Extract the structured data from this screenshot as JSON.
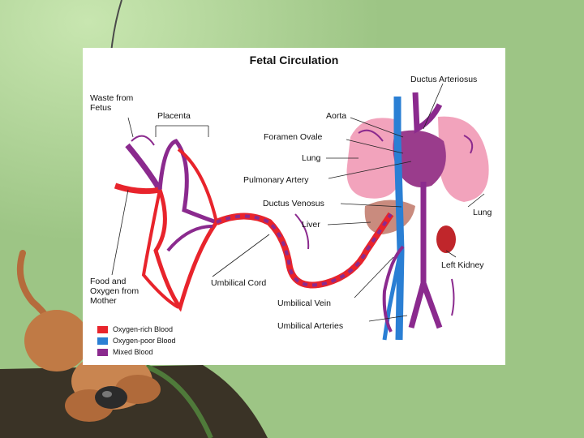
{
  "diagram": {
    "title": "Fetal Circulation",
    "labels": {
      "waste_from_fetus": "Waste from Fetus",
      "placenta": "Placenta",
      "food_oxygen": "Food and Oxygen from Mother",
      "umbilical_cord": "Umbilical Cord",
      "ductus_arteriosus": "Ductus Arteriosus",
      "aorta": "Aorta",
      "foramen_ovale": "Foramen Ovale",
      "lung_left": "Lung",
      "pulmonary_artery": "Pulmonary Artery",
      "ductus_venosus": "Ductus Venosus",
      "liver": "Liver",
      "lung_right": "Lung",
      "left_kidney": "Left Kidney",
      "umbilical_vein": "Umbilical Vein",
      "umbilical_arteries": "Umbilical Arteries"
    },
    "legend": [
      {
        "label": "Oxygen-rich Blood",
        "color": "#e8242c"
      },
      {
        "label": "Oxygen-poor Blood",
        "color": "#2a7fd4"
      },
      {
        "label": "Mixed Blood",
        "color": "#8b2a8e"
      }
    ]
  },
  "colors": {
    "background_green": "#9dc585",
    "oxygen_rich": "#e8242c",
    "oxygen_poor": "#2a7fd4",
    "mixed": "#8b2a8e",
    "lung_pink": "#f2a3bc",
    "liver_tan": "#c98b7e",
    "kidney_red": "#c0262b"
  },
  "decorations": {
    "mascot": "cartoon-dog-icon"
  }
}
